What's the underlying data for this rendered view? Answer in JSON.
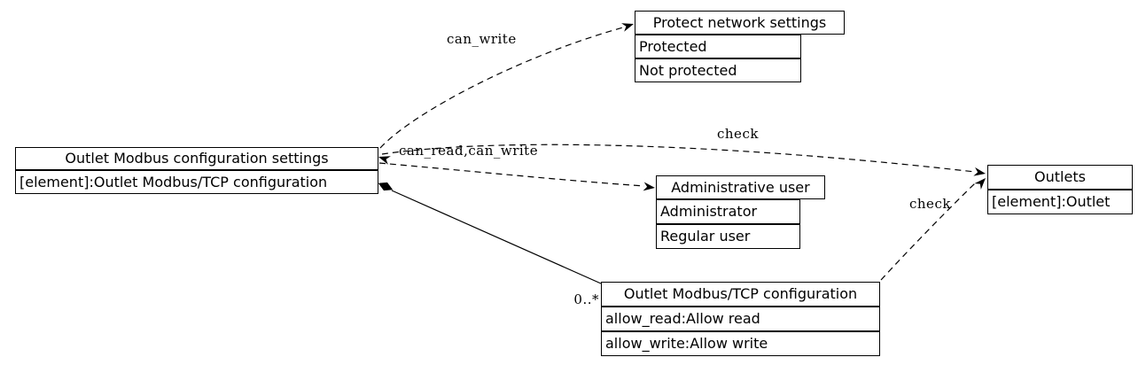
{
  "nodes": {
    "settings": {
      "title": "Outlet Modbus configuration settings",
      "rows": [
        "[element]:Outlet Modbus/TCP configuration"
      ]
    },
    "protect": {
      "title": "Protect network settings",
      "rows": [
        "Protected",
        "Not protected"
      ]
    },
    "admin_user": {
      "title": "Administrative user",
      "rows": [
        "Administrator",
        "Regular user"
      ]
    },
    "config": {
      "title": "Outlet Modbus/TCP configuration",
      "rows": [
        "allow_read:Allow read",
        "allow_write:Allow write"
      ]
    },
    "outlets": {
      "title": "Outlets",
      "rows": [
        "[element]:Outlet"
      ]
    }
  },
  "edges": {
    "can_write": {
      "label": "can_write",
      "style": "dashed"
    },
    "can_read_can_write": {
      "label": "can_read,can_write",
      "style": "dashed"
    },
    "check_settings_outlets": {
      "label": "check",
      "style": "dashed"
    },
    "check_config_outlets": {
      "label": "check",
      "style": "dashed"
    },
    "contains_config": {
      "multiplicity": "0..*",
      "style": "solid",
      "source_decoration": "filled-diamond"
    }
  },
  "colors": {
    "background": "#ffffff",
    "stroke": "#000000",
    "node_fill": "#ffffff",
    "text": "#000000"
  }
}
